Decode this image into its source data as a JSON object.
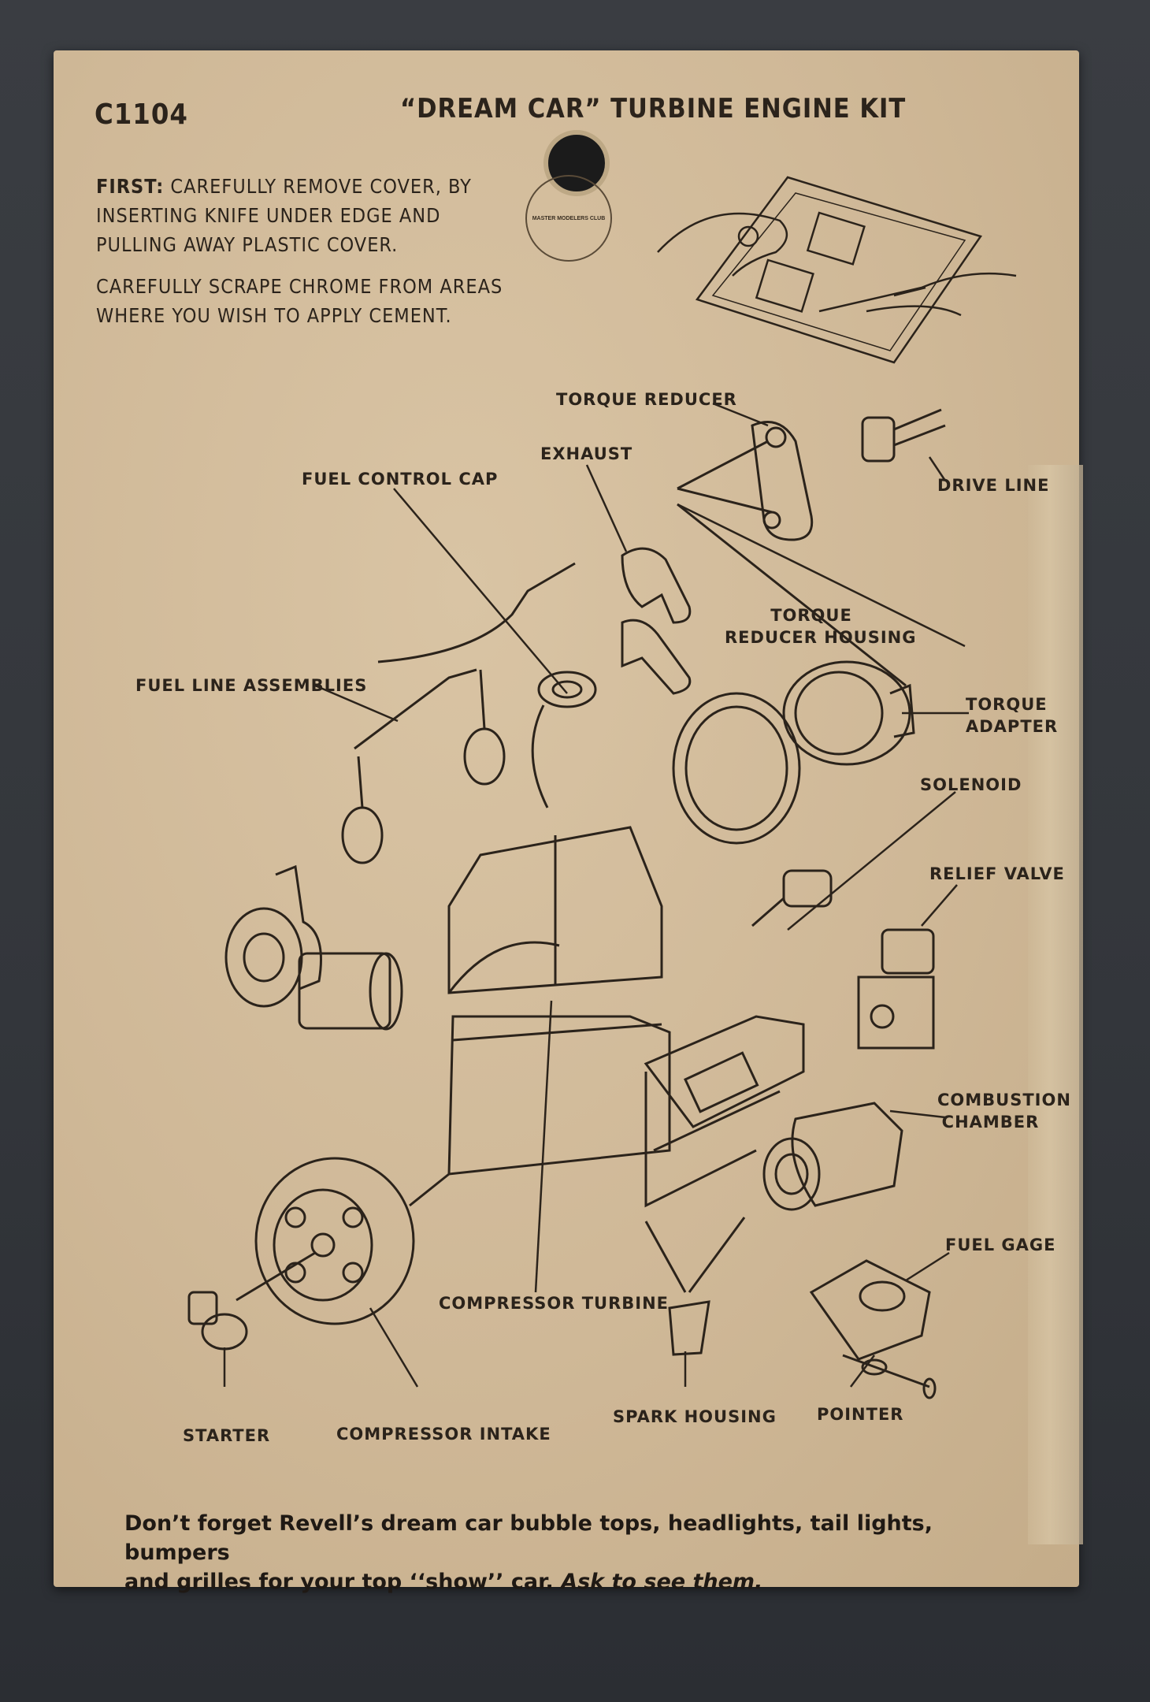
{
  "card": {
    "code": "C1104",
    "title": "“DREAM CAR” TURBINE ENGINE KIT",
    "instructions": {
      "first_label": "FIRST:",
      "first_text": " CAREFULLY REMOVE COVER, BY INSERTING KNIFE UNDER EDGE AND PULLING AWAY PLASTIC COVER.",
      "second_text": "CAREFULLY SCRAPE CHROME FROM AREAS WHERE YOU WISH TO APPLY CEMENT."
    },
    "seal_text": "MASTER MODELERS CLUB",
    "parts": {
      "torque_reducer": "TORQUE REDUCER",
      "exhaust": "EXHAUST",
      "drive_line": "DRIVE LINE",
      "fuel_control_cap": "FUEL CONTROL CAP",
      "torque_reducer_housing_1": "TORQUE",
      "torque_reducer_housing_2": "REDUCER HOUSING",
      "fuel_line_assemblies": "FUEL LINE ASSEMBLIES",
      "torque_adapter_1": "TORQUE",
      "torque_adapter_2": "ADAPTER",
      "solenoid": "SOLENOID",
      "relief_valve": "RELIEF VALVE",
      "combustion_chamber_1": "COMBUSTION",
      "combustion_chamber_2": "CHAMBER",
      "fuel_gage": "FUEL GAGE",
      "compressor_turbine": "COMPRESSOR TURBINE",
      "starter": "STARTER",
      "compressor_intake": "COMPRESSOR INTAKE",
      "spark_housing": "SPARK HOUSING",
      "pointer": "POINTER"
    },
    "footer": {
      "line1": "Don’t forget Revell’s dream car bubble tops, headlights, tail lights, bumpers",
      "line2_a": "and grilles for your top ‘‘show’’ car. ",
      "line2_b": "Ask to see them."
    }
  }
}
